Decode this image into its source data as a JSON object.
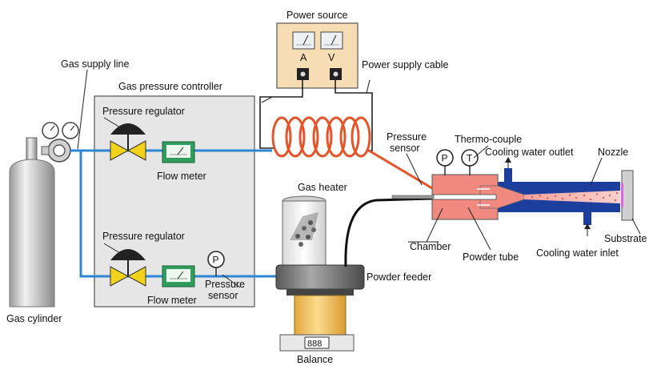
{
  "diagram": {
    "labels": {
      "power_source": "Power source",
      "gas_supply_line": "Gas supply line",
      "power_supply_cable": "Power supply cable",
      "gas_pressure_controller": "Gas pressure controller",
      "pressure_regulator_top": "Pressure regulator",
      "flow_meter_top": "Flow meter",
      "pressure_regulator_bottom": "Pressure regulator",
      "flow_meter_bottom": "Flow meter",
      "pressure_sensor_bottom_line1": "Pressure",
      "pressure_sensor_bottom_line2": "sensor",
      "gas_heater": "Gas heater",
      "pressure_sensor_line1": "Pressure",
      "pressure_sensor_line2": "sensor",
      "thermo_couple": "Thermo-couple",
      "cooling_water_outlet": "Cooling water outlet",
      "nozzle": "Nozzle",
      "chamber": "Chamber",
      "powder_tube": "Powder tube",
      "cooling_water_inlet": "Cooling water inlet",
      "substrate": "Substrate",
      "powder_feeder": "Powder feeder",
      "gas_cylinder": "Gas cylinder",
      "balance": "Balance"
    },
    "meter_letters": {
      "ammeter": "A",
      "voltmeter": "V"
    },
    "gauge_letters": {
      "pressure": "P",
      "temperature": "T"
    },
    "balance_display": "888",
    "colors": {
      "gas_line": "#2f86d6",
      "heater_coil": "#e8542a",
      "cooling_jacket": "#1c3f9e",
      "chamber_fill": "#f08a80",
      "controller_box": "#e6e6e6",
      "power_box": "#f7ddb4",
      "valve": "#f2d21a",
      "flow_meter": "#2f9e5c",
      "feeder_base": "#6e6e6e",
      "balance_body": "#f1c76a",
      "substrate": "#d96ad9"
    }
  }
}
